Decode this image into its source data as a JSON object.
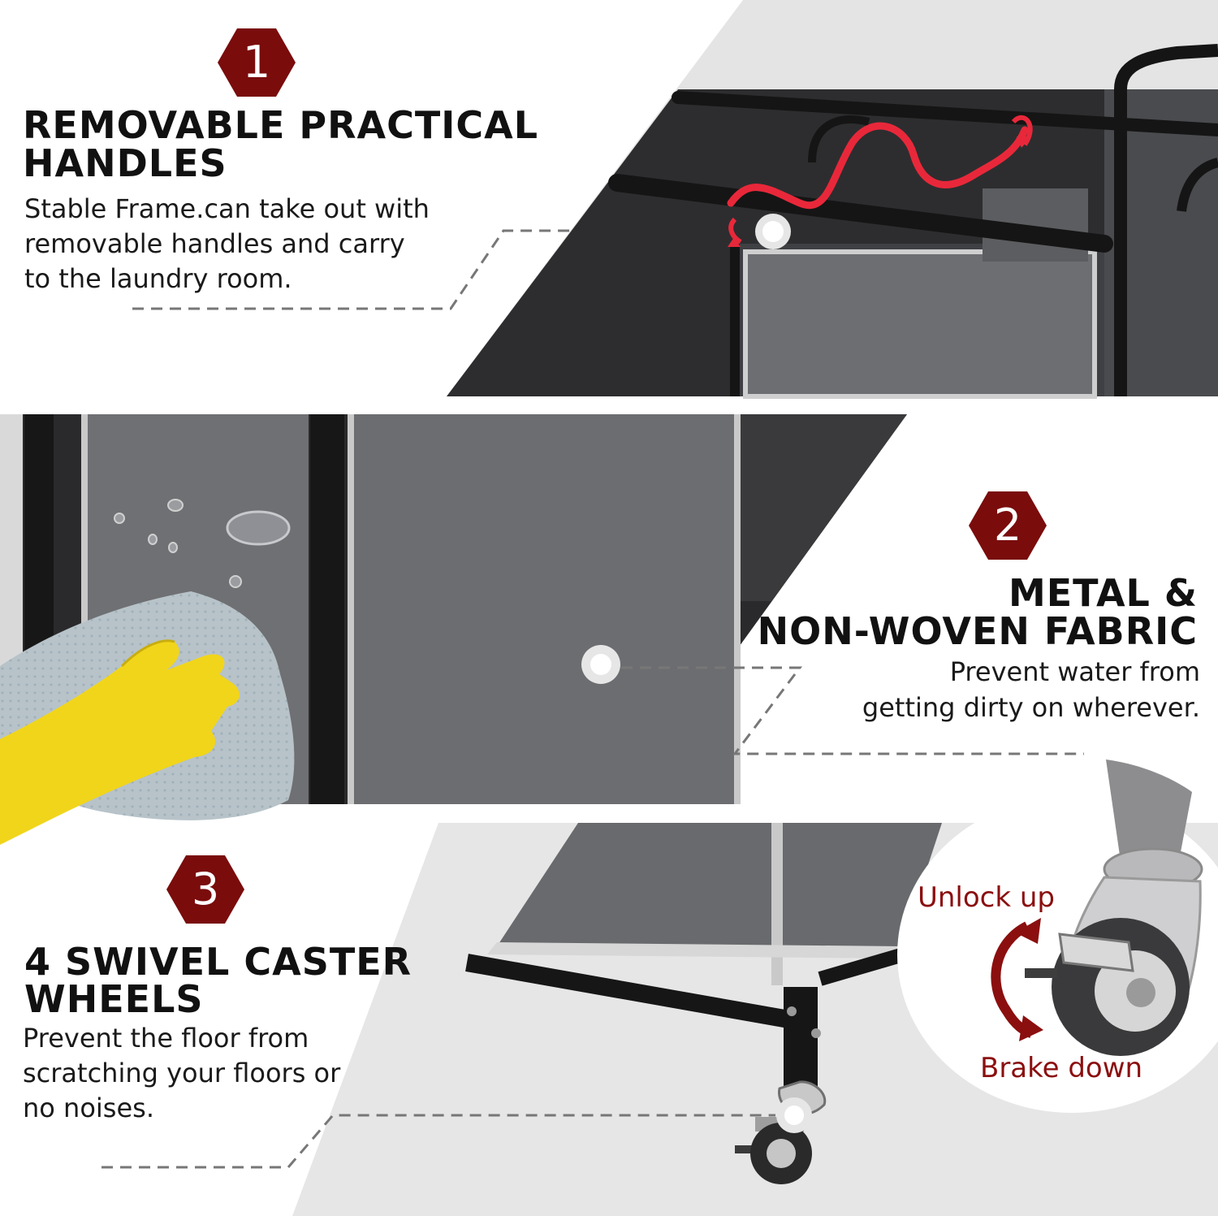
{
  "features": [
    {
      "number": "1",
      "title_line1": "REMOVABLE PRACTICAL",
      "title_line2": "HANDLES",
      "desc_line1": "Stable Frame.can take out with",
      "desc_line2": "removable handles and carry",
      "desc_line3": "to the laundry room."
    },
    {
      "number": "2",
      "title_line1": "METAL &",
      "title_line2": "NON-WOVEN FABRIC",
      "desc_line1": "Prevent water from",
      "desc_line2": "getting dirty on wherever."
    },
    {
      "number": "3",
      "title_line1": "4 SWIVEL CASTER",
      "title_line2": "WHEELS",
      "desc_line1": "Prevent the floor from",
      "desc_line2": "scratching your floors or",
      "desc_line3": "no noises."
    }
  ],
  "wheel_callout": {
    "unlock_label": "Unlock up",
    "brake_label": "Brake down"
  },
  "colors": {
    "badge": "#7a0c0c",
    "callout_text": "#8b0f0f",
    "handle_highlight": "#e8283a",
    "frame": "#1b1b1b",
    "fabric_dark": "#3c3c3e",
    "fabric_gray": "#6f7073",
    "panel_bg": "#e5e5e5"
  }
}
